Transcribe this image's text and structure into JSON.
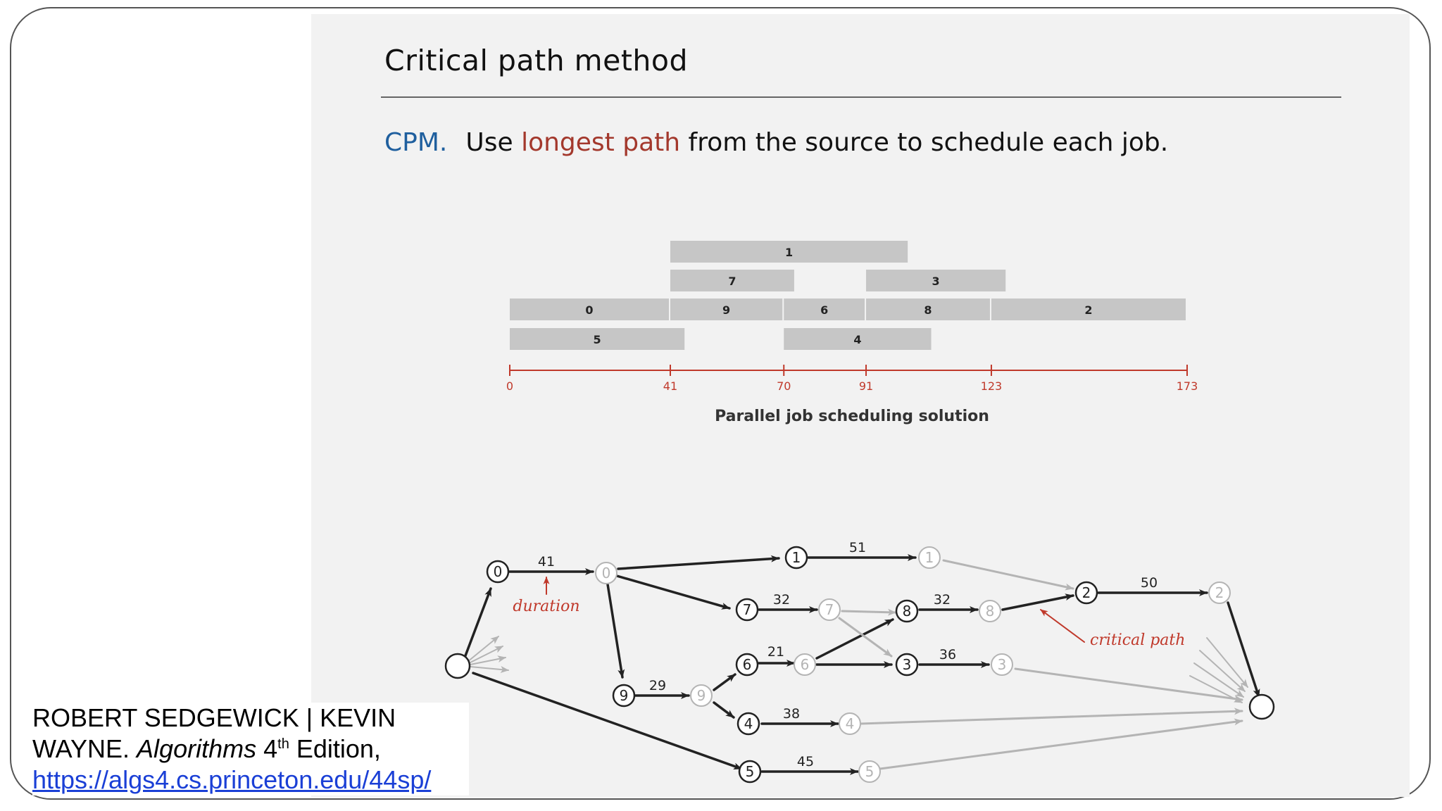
{
  "slide": {
    "title": "Critical path method",
    "subtitle": {
      "lead": "CPM.",
      "pre": "Use",
      "highlight": "longest path",
      "post": "from the source to schedule each job."
    }
  },
  "schedule": {
    "caption": "Parallel job scheduling solution",
    "axis_ticks": [
      "0",
      "41",
      "70",
      "91",
      "123",
      "173"
    ],
    "axis_min": 0,
    "axis_max": 173,
    "bar_color": "#c6c6c6",
    "axis_color": "#c0392b",
    "jobs": [
      {
        "label": "1",
        "row": 0,
        "start": 41,
        "end": 102
      },
      {
        "label": "7",
        "row": 1,
        "start": 41,
        "end": 73
      },
      {
        "label": "3",
        "row": 1,
        "start": 91,
        "end": 127
      },
      {
        "label": "0",
        "row": 2,
        "start": 0,
        "end": 41
      },
      {
        "label": "9",
        "row": 2,
        "start": 41,
        "end": 70
      },
      {
        "label": "6",
        "row": 2,
        "start": 70,
        "end": 91
      },
      {
        "label": "8",
        "row": 2,
        "start": 91,
        "end": 123
      },
      {
        "label": "2",
        "row": 2,
        "start": 123,
        "end": 173
      },
      {
        "label": "5",
        "row": 3,
        "start": 0,
        "end": 45
      },
      {
        "label": "4",
        "row": 3,
        "start": 70,
        "end": 108
      }
    ]
  },
  "graph": {
    "annotations": {
      "duration": "duration",
      "critical_path": "critical path"
    },
    "dark_color": "#222222",
    "faded_color": "#b4b4b4",
    "accent_color": "#c0392b",
    "node_labels": [
      "0",
      "1",
      "2",
      "3",
      "4",
      "5",
      "6",
      "7",
      "8",
      "9"
    ],
    "duration_labels": [
      "41",
      "51",
      "50",
      "36",
      "38",
      "45",
      "21",
      "32",
      "32",
      "29"
    ]
  },
  "citation": {
    "authors": "ROBERT SEDGEWICK | KEVIN WAYNE.",
    "book": "Algorithms",
    "edition_num": "4",
    "edition_sup": "th",
    "edition_rest": "Edition,",
    "url": "https://algs4.cs.princeton.edu/44sp/"
  }
}
